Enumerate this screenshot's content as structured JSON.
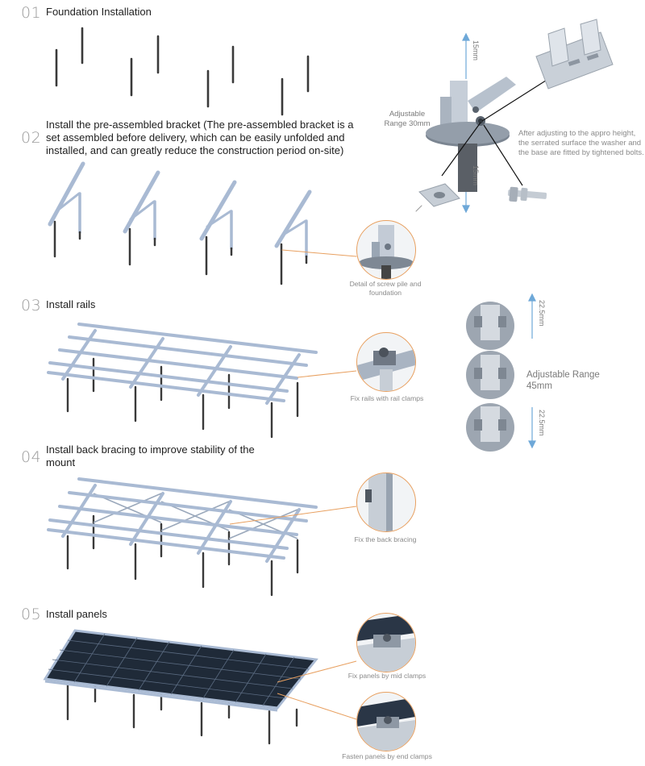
{
  "steps": [
    {
      "num": "01",
      "title": "Foundation Installation"
    },
    {
      "num": "02",
      "title": "Install the pre-assembled bracket (The pre-assembled bracket is a set assembled before delivery, which can be easily unfolded and installed, and can greatly reduce the construction period on-site)"
    },
    {
      "num": "03",
      "title": "Install rails"
    },
    {
      "num": "04",
      "title": "Install back bracing to improve stability of the mount"
    },
    {
      "num": "05",
      "title": "Install panels"
    }
  ],
  "captions": {
    "screw_pile": "Detail of screw pile and foundation",
    "rail_clamps": "Fix rails  with rail clamps",
    "back_bracing": "Fix the back bracing",
    "mid_clamps": "Fix panels by mid clamps",
    "end_clamps": "Fasten panels by end clamps"
  },
  "detail": {
    "adjustable_range_30": "Adjustable Range 30mm",
    "dim_15_top": "15mm",
    "dim_15_bottom": "15mm",
    "adjust_note": "After adjusting to the appro height, the serrated surface the washer and the base are fitted by tightened bolts.",
    "dim_22_top": "22.5mm",
    "dim_22_bottom": "22.5mm",
    "adjustable_range_45": "Adjustable Range 45mm"
  },
  "colors": {
    "frame": "#a9bad3",
    "pile": "#3a3a3a",
    "panel": "#1f2a38",
    "callout_ring": "#e8a060",
    "dim_arrow": "#6ea8d8"
  }
}
